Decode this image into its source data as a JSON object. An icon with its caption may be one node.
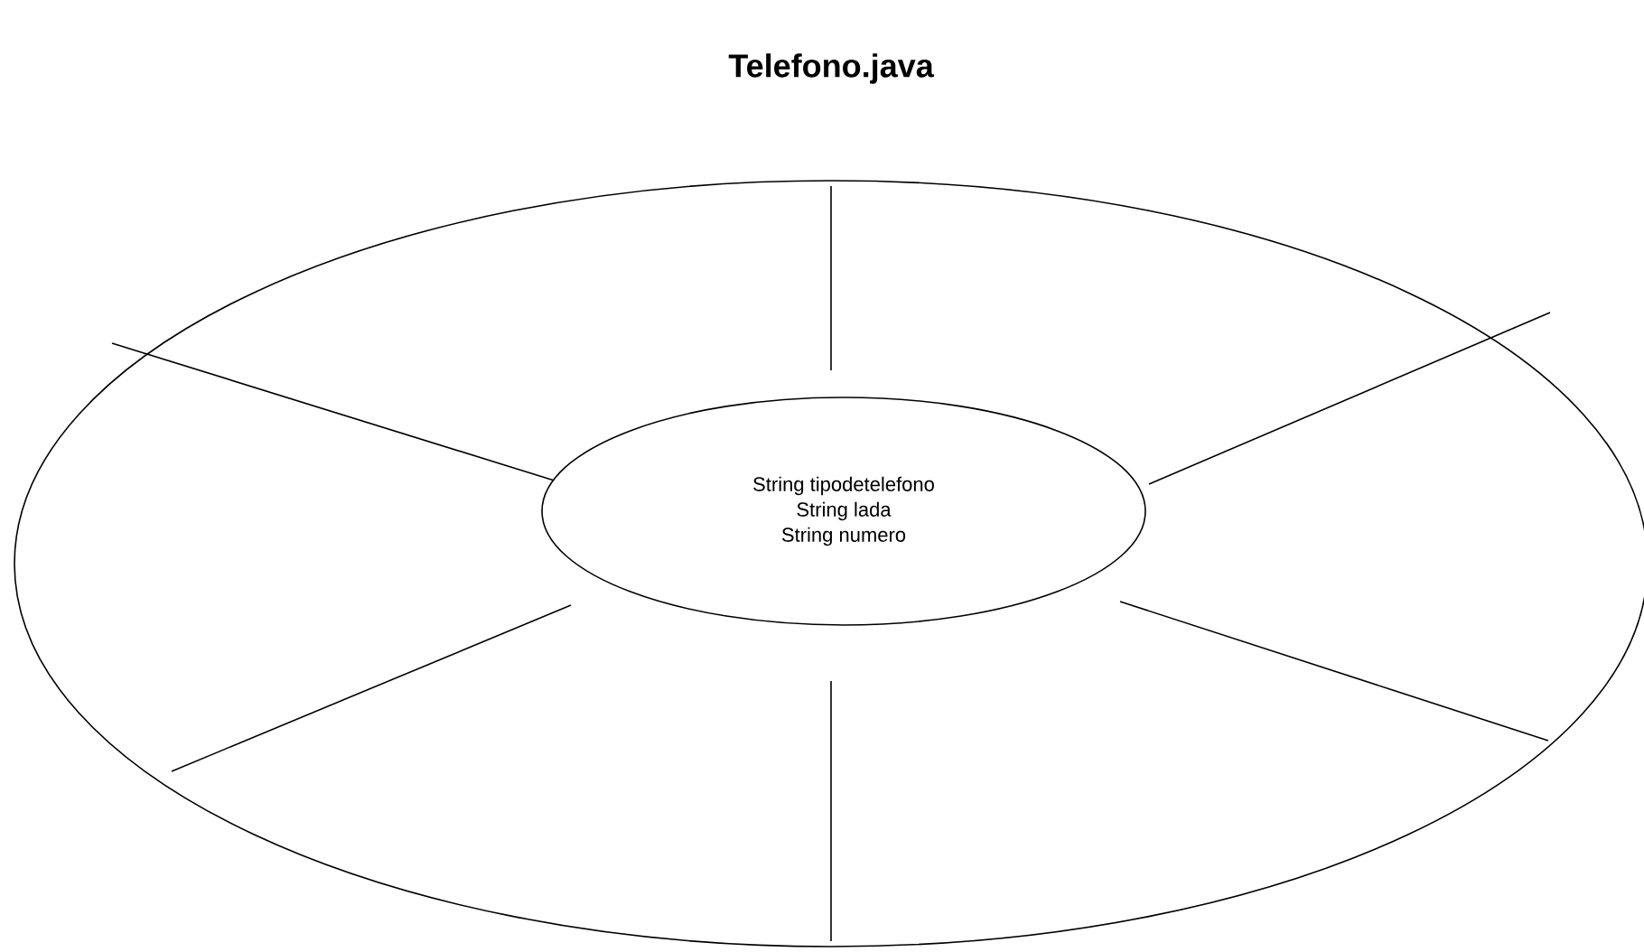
{
  "diagram": {
    "title": "Telefono.java",
    "nodes": [
      {
        "text": [],
        "shape": "ellipse"
      },
      {
        "text": [
          "String tipodetelefono",
          "String lada",
          "String numero"
        ],
        "in": 0
      }
    ]
  }
}
